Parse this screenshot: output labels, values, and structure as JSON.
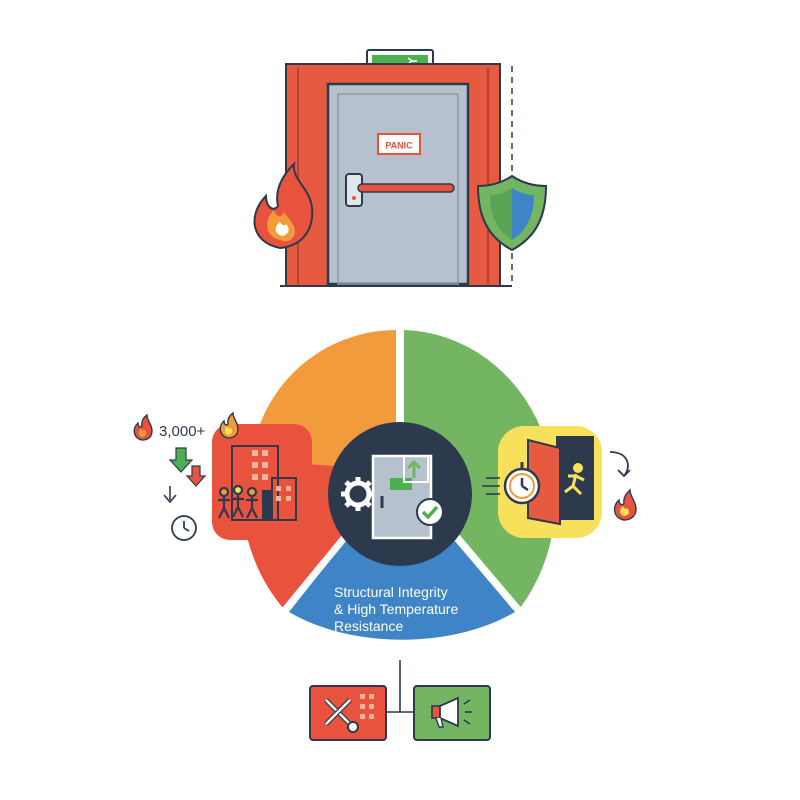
{
  "door": {
    "sign_label": "PANIC"
  },
  "stat": {
    "value": "3,000+"
  },
  "segment_bottom": {
    "lines": [
      "Structural Integrity",
      "& High Temperature",
      "Resistance"
    ]
  },
  "colors": {
    "orange": "#f29b3c",
    "green": "#74b562",
    "blue": "#3f84c6",
    "red": "#e9533e",
    "navy": "#2d3a4e",
    "yellow": "#f7e15c",
    "frame_red": "#e55a41",
    "door_gray": "#b5c1cd",
    "exit_green": "#4caf50"
  },
  "icons": {
    "top_left": "flame-icon",
    "top_right": "shield-icon",
    "center": "door-gear-check-icon",
    "left_badge": "building-evacuation-icon",
    "right_badge": "exit-door-stopwatch-icon",
    "bottom_left": "tools-building-icon",
    "bottom_right": "megaphone-icon"
  }
}
